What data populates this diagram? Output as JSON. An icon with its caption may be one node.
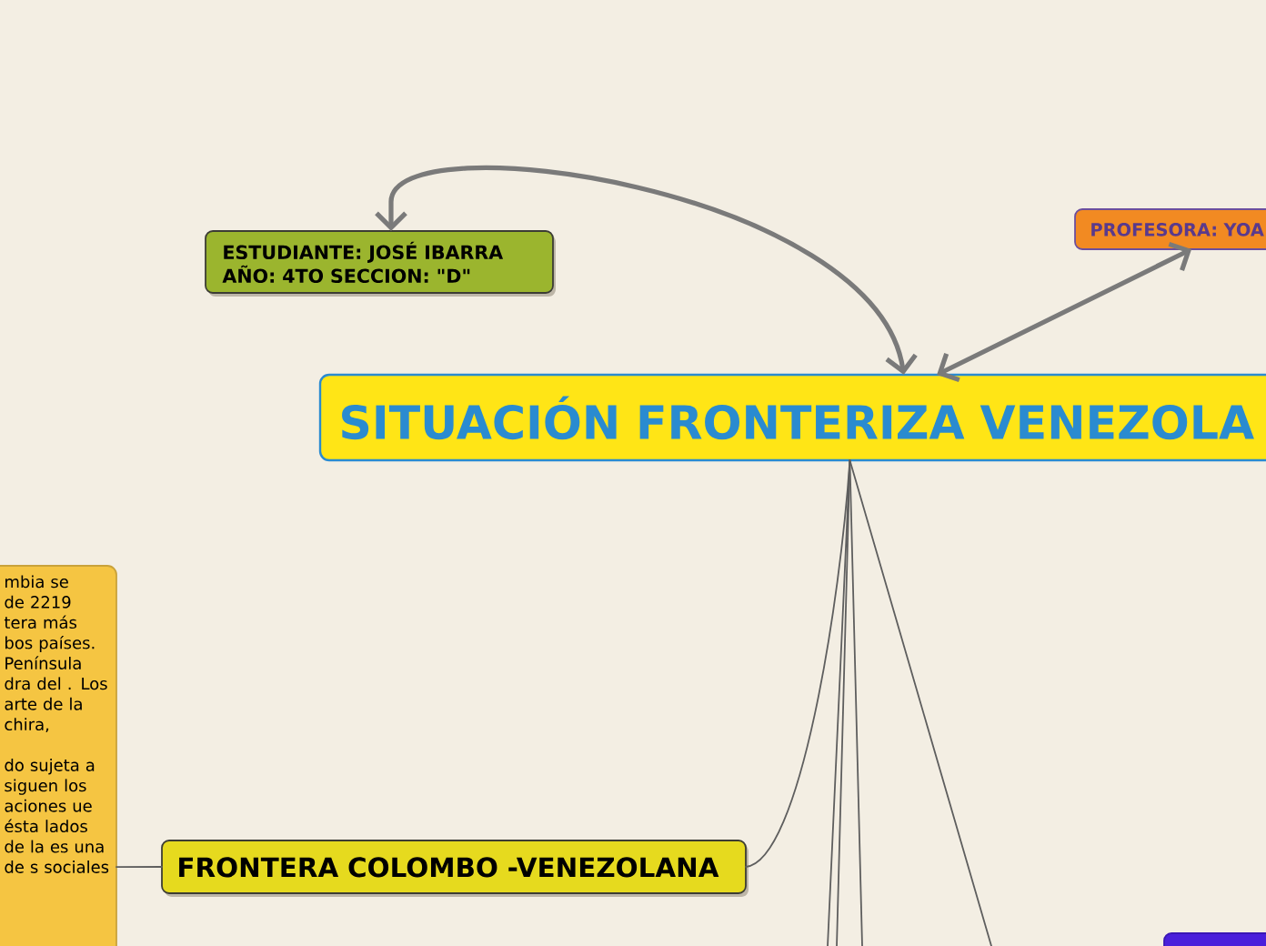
{
  "diagram": {
    "nodes": [
      {
        "text": [
          "ESTUDIANTE: JOSÉ IBARRA",
          "AÑO: 4TO SECCION: \"D\""
        ]
      },
      {
        "text": [
          "PROFESORA: YOA"
        ]
      },
      {
        "text": [
          "SITUACIÓN FRONTERIZA VENEZOLA"
        ]
      },
      {
        "text": [
          "mbia se de 2219 tera más bos países. Península dra del . Los arte de la chira,",
          "do sujeta a siguen los aciones ue ésta lados de la es una de s sociales"
        ]
      },
      {
        "text": [
          "FRONTERA COLOMBO -VENEZOLANA"
        ]
      },
      {
        "text": [],
        "shape": "box"
      }
    ],
    "edges": [
      {
        "from": 2,
        "to": 0,
        "arrow": "both",
        "style": "thick",
        "color": "#7a7a7a"
      },
      {
        "from": 2,
        "to": 1,
        "arrow": "both",
        "style": "thick",
        "color": "#7a7a7a"
      },
      {
        "from": 2,
        "to": 4,
        "arrow": "none"
      },
      {
        "from": 4,
        "to": 3,
        "arrow": "none"
      },
      {
        "from": 2,
        "to": null,
        "arrow": "none"
      },
      {
        "from": 2,
        "to": null,
        "arrow": "none"
      },
      {
        "from": 2,
        "to": null,
        "arrow": "none"
      },
      {
        "from": 2,
        "to": null,
        "arrow": "none"
      }
    ]
  }
}
